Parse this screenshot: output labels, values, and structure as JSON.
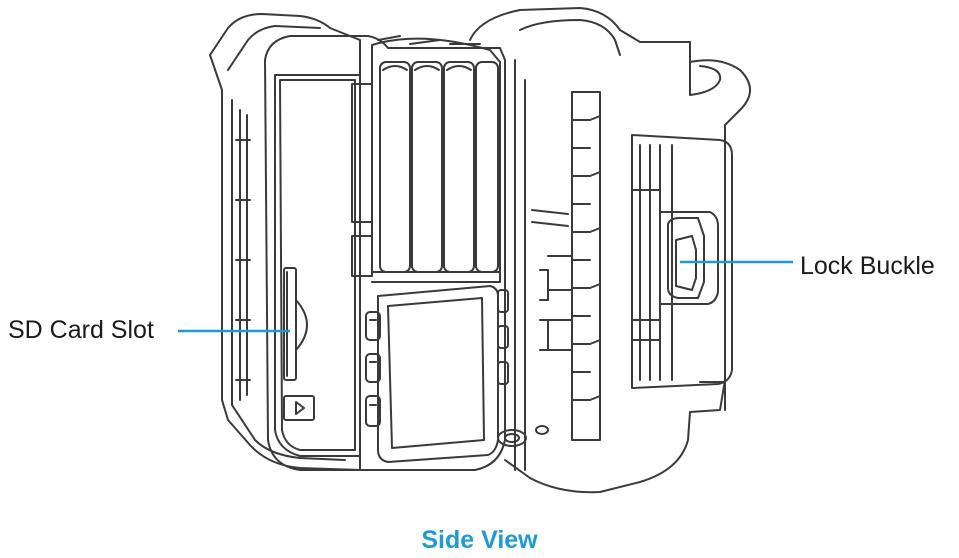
{
  "labels": {
    "sd_card_slot": "SD Card Slot",
    "lock_buckle": "Lock Buckle"
  },
  "caption": "Side View",
  "colors": {
    "outline": "#3a3a3a",
    "leader_line": "#1f9ad6",
    "caption": "#1f9ad6",
    "label_text": "#1a1a1a"
  }
}
